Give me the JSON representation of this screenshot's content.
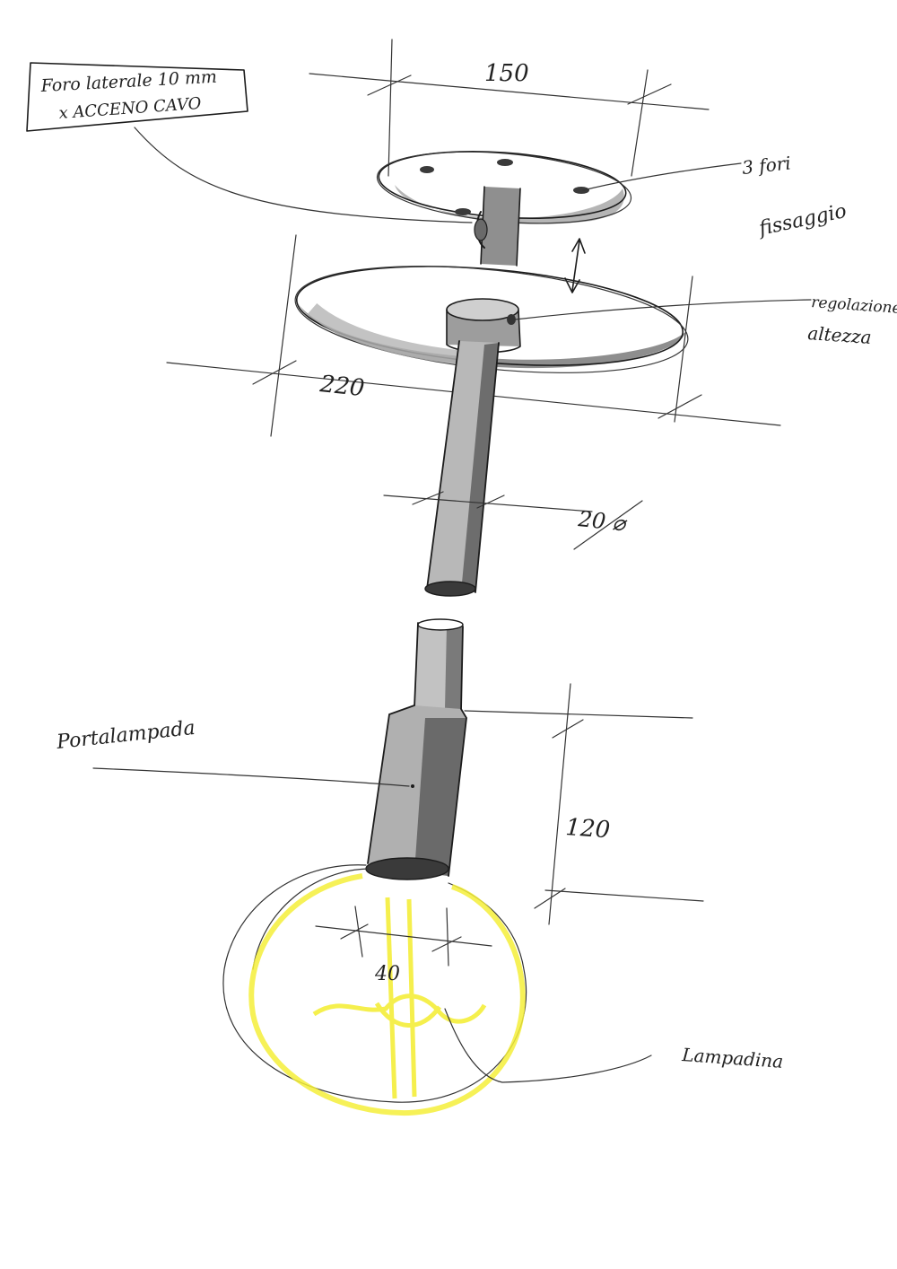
{
  "colors": {
    "ink": "#1c1c1c",
    "marker_grey": "#9a9a9a",
    "marker_dark": "#5e5e5e",
    "filament_yellow": "#f4ee3a",
    "paper": "#ffffff"
  },
  "labels": {
    "note_line1": "Foro laterale 10 mm",
    "note_line2": "x ACCENO CAVO",
    "dim_canopy": "150",
    "dim_disc": "220",
    "dim_tube": "20 ⌀",
    "dim_holder": "120",
    "dim_bulb": "40",
    "fori_line1": "3 fori",
    "fori_line2": "fissaggio",
    "reg_line1": "regolazione",
    "reg_line2": "altezza",
    "portalampada": "Portalampada",
    "lampadina": "Lampadina"
  }
}
